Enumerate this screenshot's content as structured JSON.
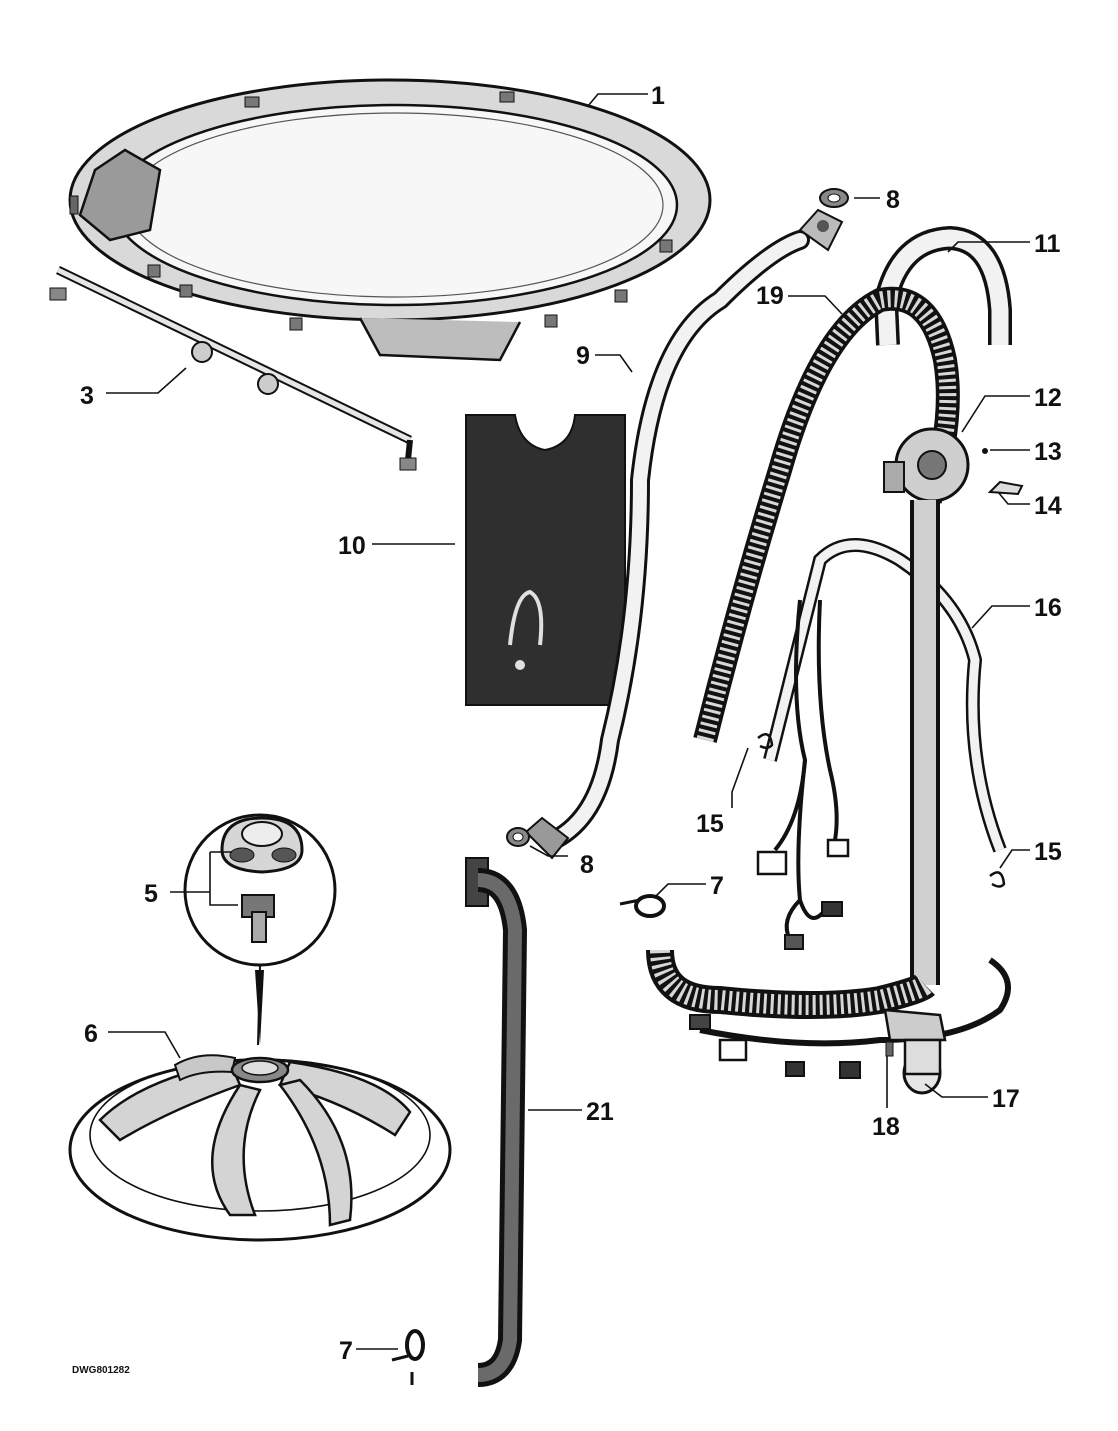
{
  "drawing_code": "DWG801282",
  "callouts": {
    "c1": "1",
    "c3": "3",
    "c5": "5",
    "c6": "6",
    "c7a": "7",
    "c7b": "7",
    "c8a": "8",
    "c8b": "8",
    "c9": "9",
    "c10": "10",
    "c11": "11",
    "c12": "12",
    "c13": "13",
    "c14": "14",
    "c15a": "15",
    "c15b": "15",
    "c16": "16",
    "c17": "17",
    "c18": "18",
    "c19": "19",
    "c21": "21"
  }
}
